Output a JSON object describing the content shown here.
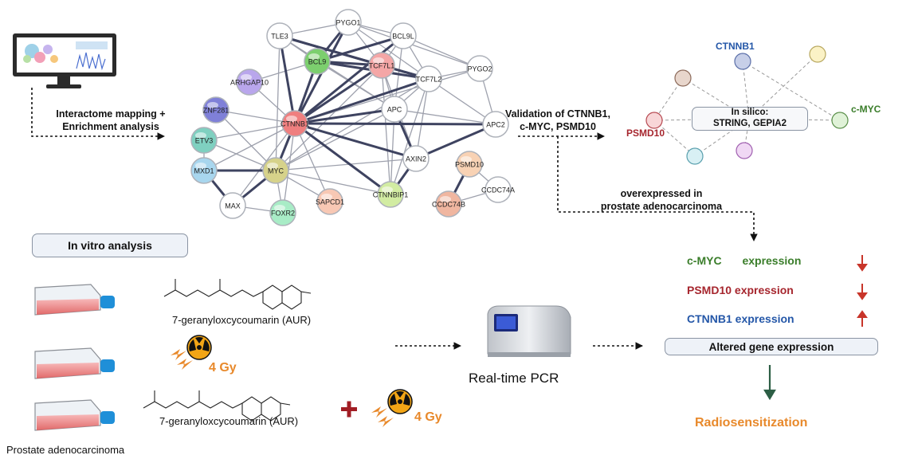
{
  "steps": {
    "interactome_line1": "Interactome mapping +",
    "interactome_line2": "Enrichment analysis",
    "validation_line1": "Validation of CTNNB1,",
    "validation_line2": "c-MYC, PSMD10",
    "overexpressed_line1": "overexpressed in",
    "overexpressed_line2": "prostate adenocarcinoma"
  },
  "network": {
    "nodes": [
      {
        "id": "PYGO1",
        "color": "#ffffff"
      },
      {
        "id": "TLE3",
        "color": "#ffffff"
      },
      {
        "id": "BCL9L",
        "color": "#ffffff"
      },
      {
        "id": "BCL9",
        "color": "#7ccf6e"
      },
      {
        "id": "TCF7L1",
        "color": "#f4a6a6"
      },
      {
        "id": "PYGO2",
        "color": "#ffffff"
      },
      {
        "id": "TCF7L2",
        "color": "#ffffff"
      },
      {
        "id": "ARHGAP10",
        "color": "#b9a6ec"
      },
      {
        "id": "APC",
        "color": "#ffffff"
      },
      {
        "id": "ZNF281",
        "color": "#7f80d8"
      },
      {
        "id": "CTNNB1",
        "color": "#ef7f7f"
      },
      {
        "id": "APC2",
        "color": "#ffffff"
      },
      {
        "id": "ETV3",
        "color": "#7fd0c0"
      },
      {
        "id": "AXIN2",
        "color": "#ffffff"
      },
      {
        "id": "PSMD10",
        "color": "#f8d2b4"
      },
      {
        "id": "MXD1",
        "color": "#a8d6ee"
      },
      {
        "id": "MYC",
        "color": "#d6d28a"
      },
      {
        "id": "CCDC74A",
        "color": "#ffffff"
      },
      {
        "id": "CTNNBIP1",
        "color": "#d2eca2"
      },
      {
        "id": "SAPCD1",
        "color": "#f8c8b4"
      },
      {
        "id": "MAX",
        "color": "#ffffff"
      },
      {
        "id": "CCDC74B",
        "color": "#f0b6a0"
      },
      {
        "id": "FOXR2",
        "color": "#a8ecc6"
      }
    ]
  },
  "insilico": {
    "box_line1": "In silico:",
    "box_line2": "STRING, GEPIA2",
    "label_ctnnb1": "CTNNB1",
    "label_cmyc": "c-MYC",
    "label_psmd10": "PSMD10",
    "colors": {
      "ctnnb1": "#2457a8",
      "cmyc": "#3a7d2a",
      "psmd10": "#a6262e"
    }
  },
  "invitro": {
    "title": "In vitro analysis",
    "compound": "7-geranyloxcycoumarin (AUR)",
    "dose": "4 Gy",
    "cell_line": "Prostate adenocarcinoma",
    "method": "Real-time PCR"
  },
  "results": {
    "cmyc_name": "c-MYC",
    "cmyc_word": "expression",
    "psmd10": "PSMD10 expression",
    "ctnnb1": "CTNNB1 expression",
    "altered": "Altered gene expression",
    "outcome": "Radiosensitization",
    "arrows": {
      "cmyc": "down",
      "psmd10": "down",
      "ctnnb1": "up"
    }
  },
  "colors": {
    "accent_orange": "#e8892b",
    "arrow_red": "#c8352a",
    "arrow_green": "#2c5e45"
  }
}
